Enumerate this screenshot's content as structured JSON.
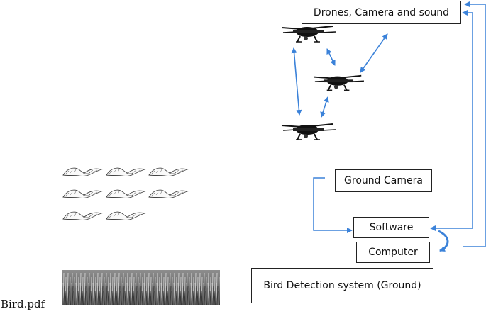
{
  "labels": {
    "drones_box": "Drones, Camera and sound",
    "ground_camera_box": "Ground Camera",
    "software_box": "Software",
    "computer_box": "Computer",
    "system_box": "Bird Detection system (Ground)",
    "file_caption": "Bird.pdf"
  },
  "icons": {
    "drone": "drone-icon",
    "bird": "bird-icon",
    "field": "grass-field-photo"
  },
  "counts": {
    "drones": 3,
    "birds": 8
  },
  "colors": {
    "arrow": "#3b82d9",
    "box_border": "#222222",
    "text": "#111111"
  }
}
